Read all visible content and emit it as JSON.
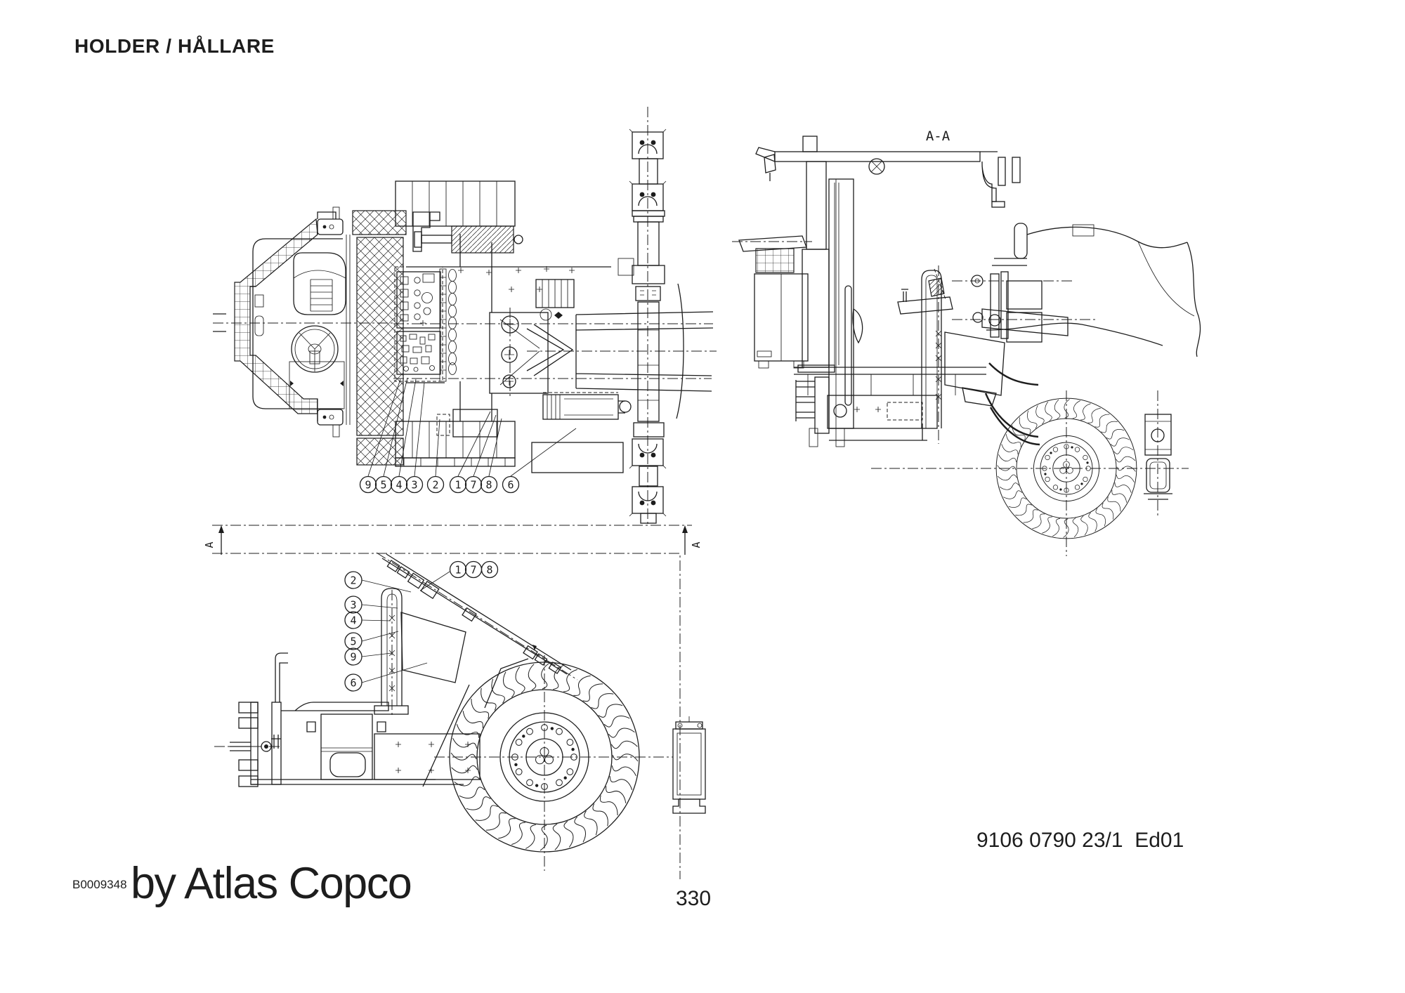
{
  "page": {
    "title": "HOLDER / HÅLLARE",
    "figure_number": "B0009348",
    "brand_line": "by Atlas Copco",
    "document_number": "9106 0790 23/1  Ed01",
    "page_number": "330"
  },
  "views": {
    "section_label": "A-A",
    "section_marker": "A",
    "plan": {
      "callouts": [
        "9",
        "5",
        "4",
        "3",
        "2",
        "1",
        "7",
        "8",
        "6"
      ]
    },
    "rear": {
      "callouts_top": [
        "1",
        "7",
        "8"
      ],
      "callouts_left": [
        "2",
        "3",
        "4",
        "5",
        "9",
        "6"
      ]
    }
  },
  "colors": {
    "ink": "#1d1d1d",
    "paper": "#ffffff"
  }
}
